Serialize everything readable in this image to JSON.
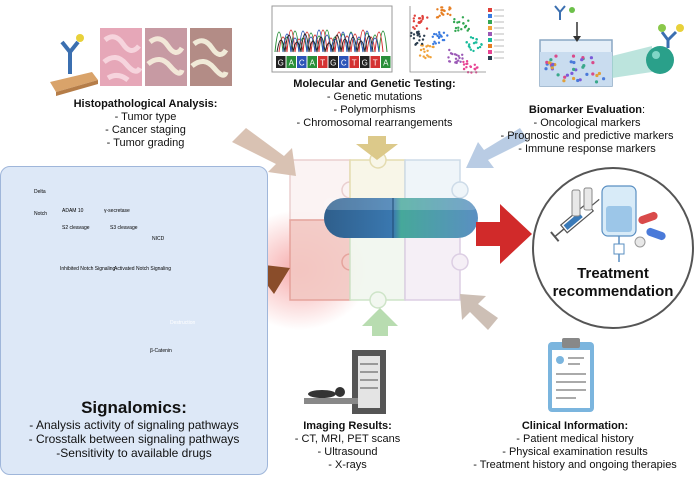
{
  "histopathology": {
    "title": "Histopathological Analysis:",
    "items": [
      "- Tumor type",
      "- Cancer staging",
      "- Tumor grading"
    ]
  },
  "molecular": {
    "title": "Molecular and Genetic Testing:",
    "items": [
      "- Genetic mutations",
      "- Polymorphisms",
      "- Chromosomal rearrangements"
    ],
    "sequence": [
      "G",
      "A",
      "C",
      "A",
      "T",
      "G",
      "C",
      "T",
      "G",
      "T",
      "A"
    ]
  },
  "biomarker": {
    "title": "Biomarker Evaluation",
    "title_suffix": ":",
    "items": [
      "- Oncological markers",
      "- Prognostic and predictive markers",
      "- Immune response markers"
    ]
  },
  "signalomics": {
    "title": "Signalomics:",
    "items": [
      "-  Analysis activity of signaling pathways",
      "- Crosstalk between signaling pathways",
      "-Sensitivity to available drugs"
    ],
    "labels": {
      "delta": "Delta",
      "notch": "Notch",
      "adam": "ADAM 10",
      "gamma": "γ-secretase",
      "s2": "S2 cleavage",
      "s3": "S3 cleavage",
      "nicd": "NICD",
      "inhibited": "Inhibited Notch Signaling",
      "activated": "Activated Notch Signaling",
      "destruction": "Destruction",
      "beta_catenin": "β-Catenin"
    }
  },
  "imaging": {
    "title": "Imaging Results:",
    "items": [
      "- CT, MRI, PET scans",
      "- Ultrasound",
      "- X-rays"
    ]
  },
  "clinical": {
    "title": "Clinical Information:",
    "items": [
      "- Patient medical history",
      "- Physical examination results",
      "- Treatment history and ongoing therapies"
    ]
  },
  "treatment": {
    "title_line1": "Treatment",
    "title_line2": "recommendation"
  },
  "colors": {
    "arrow_histo": "#d9c2b3",
    "arrow_molecular": "#dcc98a",
    "arrow_biomarker": "#b9cce4",
    "arrow_signal": "#8a4d2a",
    "arrow_imaging": "#b8dcb0",
    "arrow_clinical": "#cdbfb5",
    "arrow_treatment": "#d12a2a",
    "pill_left": "#2f5f8c",
    "pill_right": "#3a78b0",
    "pill_mid": "#46a89a",
    "panel_bg": "#dde8f7"
  }
}
